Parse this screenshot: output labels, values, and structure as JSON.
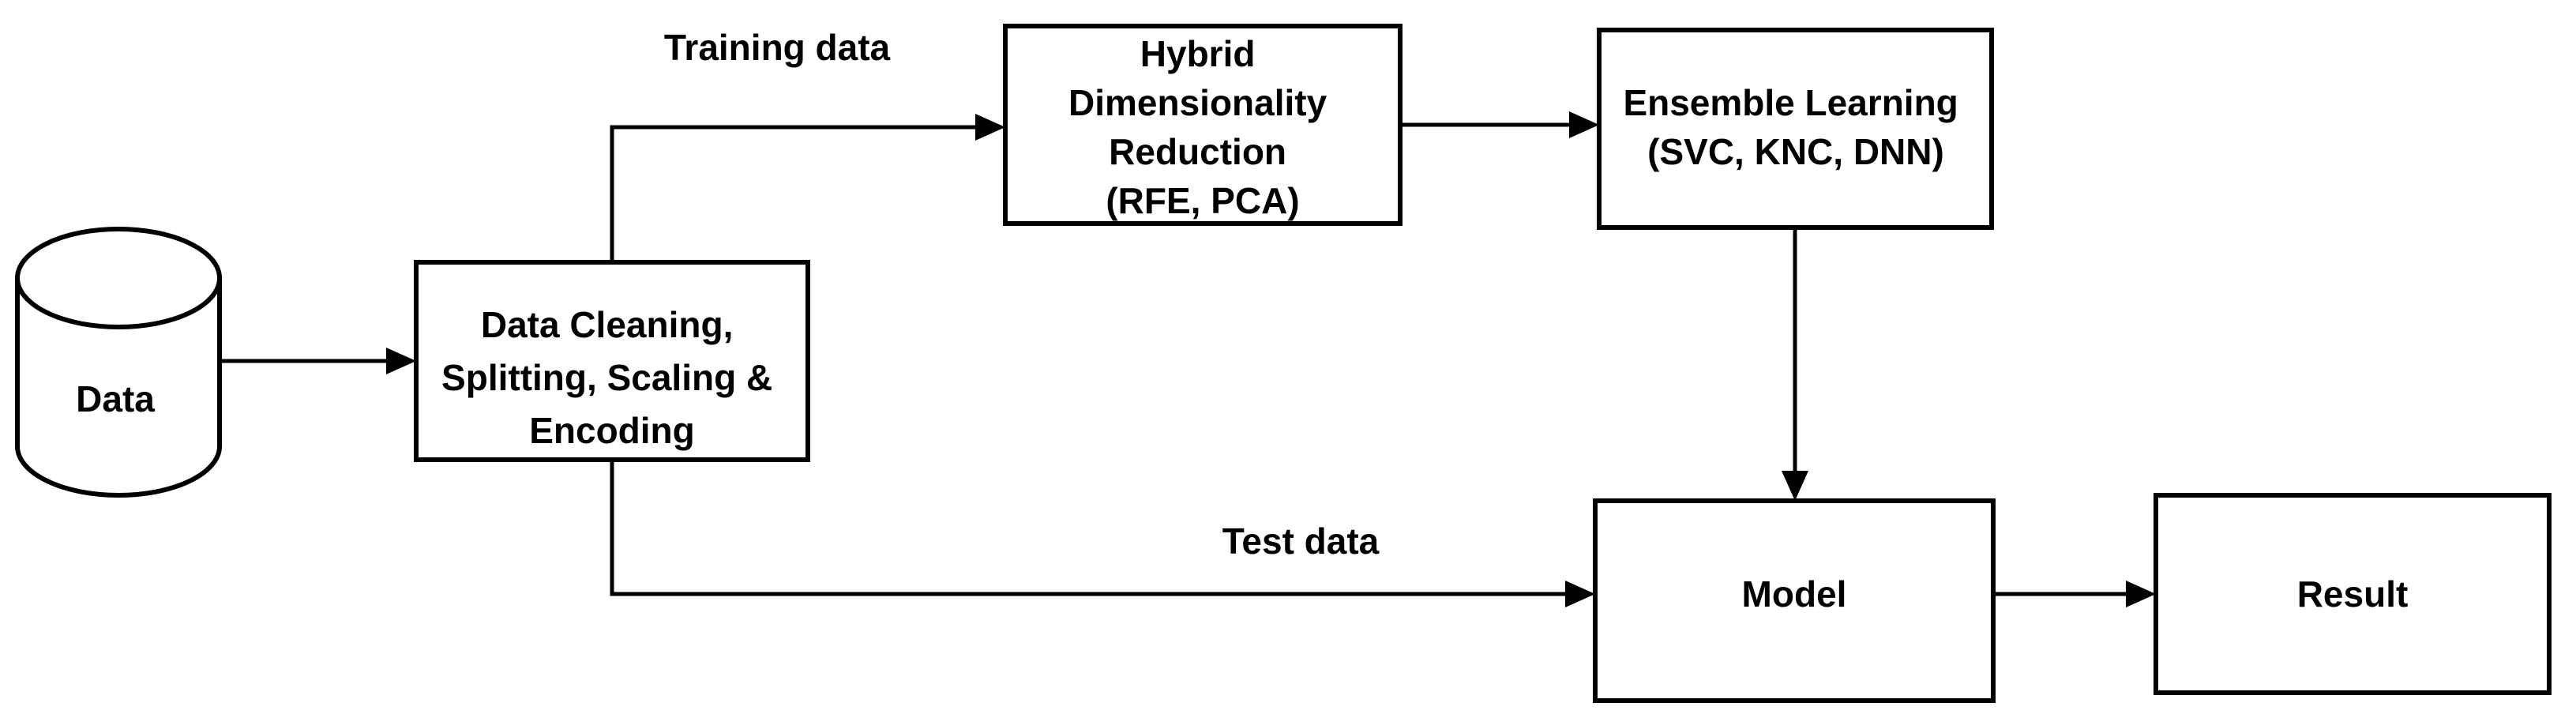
{
  "diagram": {
    "background_color": "#ffffff",
    "line_color": "#000000",
    "text_color": "#000000",
    "nodes": {
      "data_store": {
        "shape": "cylinder",
        "label": "Data"
      },
      "preprocessing": {
        "shape": "rect",
        "lines": [
          "Data Cleaning,",
          "Splitting, Scaling &",
          "Encoding"
        ]
      },
      "dimensionality_reduction": {
        "shape": "rect",
        "lines": [
          "Hybrid",
          "Dimensionality",
          "Reduction",
          "(RFE, PCA)"
        ]
      },
      "ensemble_learning": {
        "shape": "rect",
        "lines": [
          "Ensemble Learning",
          "(SVC, KNC, DNN)"
        ]
      },
      "model": {
        "shape": "rect",
        "label": "Model"
      },
      "result": {
        "shape": "rect",
        "label": "Result"
      }
    },
    "edge_labels": {
      "training": "Training data",
      "test": "Test data"
    }
  }
}
